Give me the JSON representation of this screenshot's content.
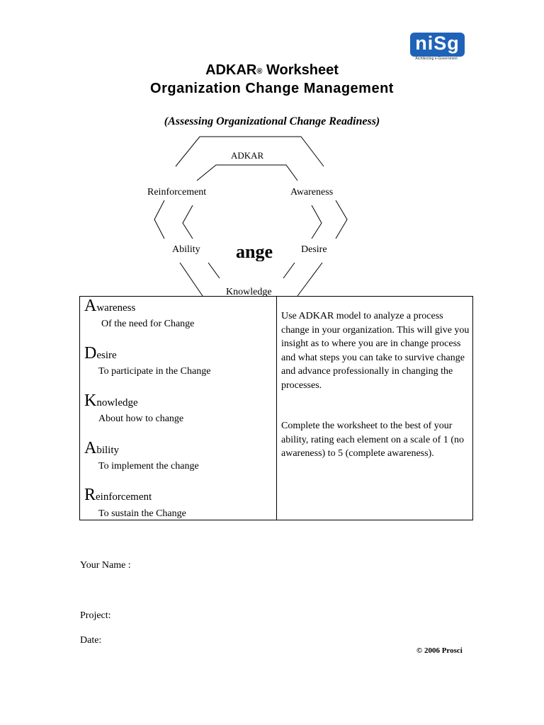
{
  "logo": {
    "text": "niSg",
    "tagline": "Architecting e-Government",
    "color": "#1f63b8"
  },
  "header": {
    "title_main": "ADKAR",
    "title_reg": "®",
    "title_rest": " Worksheet",
    "title_line2": "Organization Change Management",
    "subtitle": "(Assessing Organizational Change Readiness)"
  },
  "diagram": {
    "top_label": "ADKAR",
    "center_fragment": "ange",
    "labels": {
      "reinforcement": "Reinforcement",
      "awareness": "Awareness",
      "ability": "Ability",
      "desire": "Desire",
      "knowledge": "Knowledge"
    }
  },
  "elements": [
    {
      "initial": "A",
      "rest": "wareness",
      "desc": "Of the need for Change"
    },
    {
      "initial": "D",
      "rest": "esire",
      "desc": "To participate in the Change"
    },
    {
      "initial": "K",
      "rest": "nowledge",
      "desc": "About how to change"
    },
    {
      "initial": "A",
      "rest": "bility",
      "desc": "To implement the change"
    },
    {
      "initial": "R",
      "rest": "einforcement",
      "desc": "To sustain the Change"
    }
  ],
  "instructions": {
    "para1": "Use ADKAR model to analyze a process change in your organization. This will give you insight as to where you are in change process and what steps you can take to survive change and advance professionally in changing the processes.",
    "para2": "Complete the worksheet to the best of your ability, rating each element on a scale of 1 (no awareness) to 5 (complete awareness)."
  },
  "fields": {
    "name": "Your Name :",
    "project": "Project:",
    "date": "Date:"
  },
  "copyright": "© 2006 Prosci"
}
